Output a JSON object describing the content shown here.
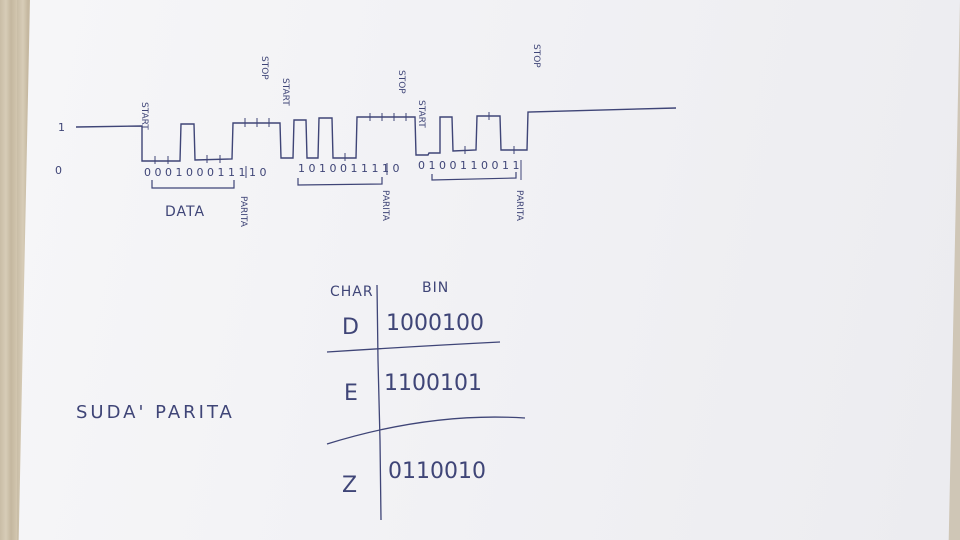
{
  "ink_color": "#3f4577",
  "signal": {
    "level_high": "1",
    "level_low": "0",
    "bits_1": "0 0 0 1 0 0 0 1 1 1 1 0",
    "bits_2": "1 0 1 0 0 1 1 1 1 0",
    "bits_3": "0 1 0 0 1 1 0 0 1 1",
    "data_label": "DATA",
    "start_label": "START",
    "stop_label": "STOP",
    "parita_label": "PARITA"
  },
  "table": {
    "header_char": "CHAR",
    "header_bin": "BIN",
    "rows": [
      {
        "char": "D",
        "bin": "1000100"
      },
      {
        "char": "E",
        "bin": "1100101"
      },
      {
        "char": "Z",
        "bin": "0110010"
      }
    ]
  },
  "note": "SUDA' PARITA"
}
